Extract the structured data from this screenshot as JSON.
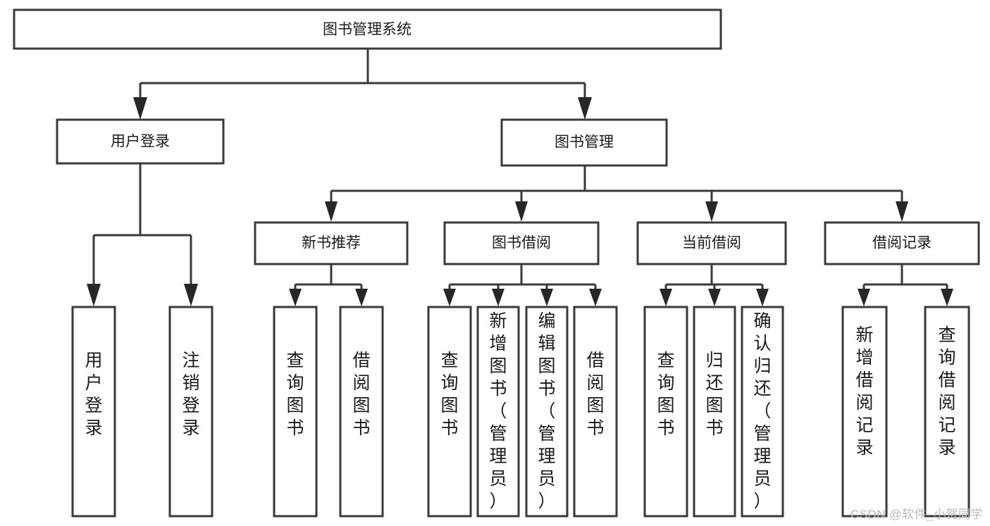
{
  "diagram": {
    "type": "tree",
    "title": "图书管理系统",
    "watermark": "CSDN @软件_小贺同学",
    "colors": {
      "box_stroke": "#3a3a3a",
      "box_fill": "#ffffff",
      "line": "#3a3a3a",
      "text": "#1a1a1a",
      "watermark": "#b9b9b9",
      "background": "#ffffff"
    },
    "levels": [
      {
        "level": 0,
        "nodes": [
          {
            "id": "root",
            "label": "图书管理系统",
            "orientation": "horizontal"
          }
        ]
      },
      {
        "level": 1,
        "nodes": [
          {
            "id": "login",
            "label": "用户登录",
            "orientation": "horizontal",
            "parent": "root"
          },
          {
            "id": "bookmgmt",
            "label": "图书管理",
            "orientation": "horizontal",
            "parent": "root"
          }
        ]
      },
      {
        "level": 2,
        "nodes": [
          {
            "id": "newbook",
            "label": "新书推荐",
            "orientation": "horizontal",
            "parent": "bookmgmt"
          },
          {
            "id": "borrow",
            "label": "图书借阅",
            "orientation": "horizontal",
            "parent": "bookmgmt"
          },
          {
            "id": "current",
            "label": "当前借阅",
            "orientation": "horizontal",
            "parent": "bookmgmt"
          },
          {
            "id": "records",
            "label": "借阅记录",
            "orientation": "horizontal",
            "parent": "bookmgmt"
          }
        ]
      },
      {
        "level": 3,
        "nodes": [
          {
            "id": "leaf1",
            "label": "用户登录",
            "orientation": "vertical",
            "parent": "login"
          },
          {
            "id": "leaf2",
            "label": "注销登录",
            "orientation": "vertical",
            "parent": "login"
          },
          {
            "id": "leaf3",
            "label": "查询图书",
            "orientation": "vertical",
            "parent": "newbook"
          },
          {
            "id": "leaf4",
            "label": "借阅图书",
            "orientation": "vertical",
            "parent": "newbook"
          },
          {
            "id": "leaf5",
            "label": "查询图书",
            "orientation": "vertical",
            "parent": "borrow"
          },
          {
            "id": "leaf6",
            "label": "新增图书（管理员）",
            "orientation": "vertical",
            "parent": "borrow"
          },
          {
            "id": "leaf7",
            "label": "编辑图书（管理员）",
            "orientation": "vertical",
            "parent": "borrow"
          },
          {
            "id": "leaf8",
            "label": "借阅图书",
            "orientation": "vertical",
            "parent": "borrow"
          },
          {
            "id": "leaf9",
            "label": "查询图书",
            "orientation": "vertical",
            "parent": "current"
          },
          {
            "id": "leaf10",
            "label": "归还图书",
            "orientation": "vertical",
            "parent": "current"
          },
          {
            "id": "leaf11",
            "label": "确认归还（管理员）",
            "orientation": "vertical",
            "parent": "current"
          },
          {
            "id": "leaf12",
            "label": "新增借阅记录",
            "orientation": "vertical",
            "parent": "records"
          },
          {
            "id": "leaf13",
            "label": "查询借阅记录",
            "orientation": "vertical",
            "parent": "records"
          }
        ]
      }
    ],
    "labels": {
      "root": "图书管理系统",
      "login": "用户登录",
      "bookmgmt": "图书管理",
      "newbook": "新书推荐",
      "borrow": "图书借阅",
      "current": "当前借阅",
      "records": "借阅记录",
      "leaf1": "用户登录",
      "leaf2": "注销登录",
      "leaf3": "查询图书",
      "leaf4": "借阅图书",
      "leaf5": "查询图书",
      "leaf6": "新增图书（管理员）",
      "leaf7": "编辑图书（管理员）",
      "leaf8": "借阅图书",
      "leaf9": "查询图书",
      "leaf10": "归还图书",
      "leaf11": "确认归还（管理员）",
      "leaf12": "新增借阅记录",
      "leaf13": "查询借阅记录"
    }
  }
}
